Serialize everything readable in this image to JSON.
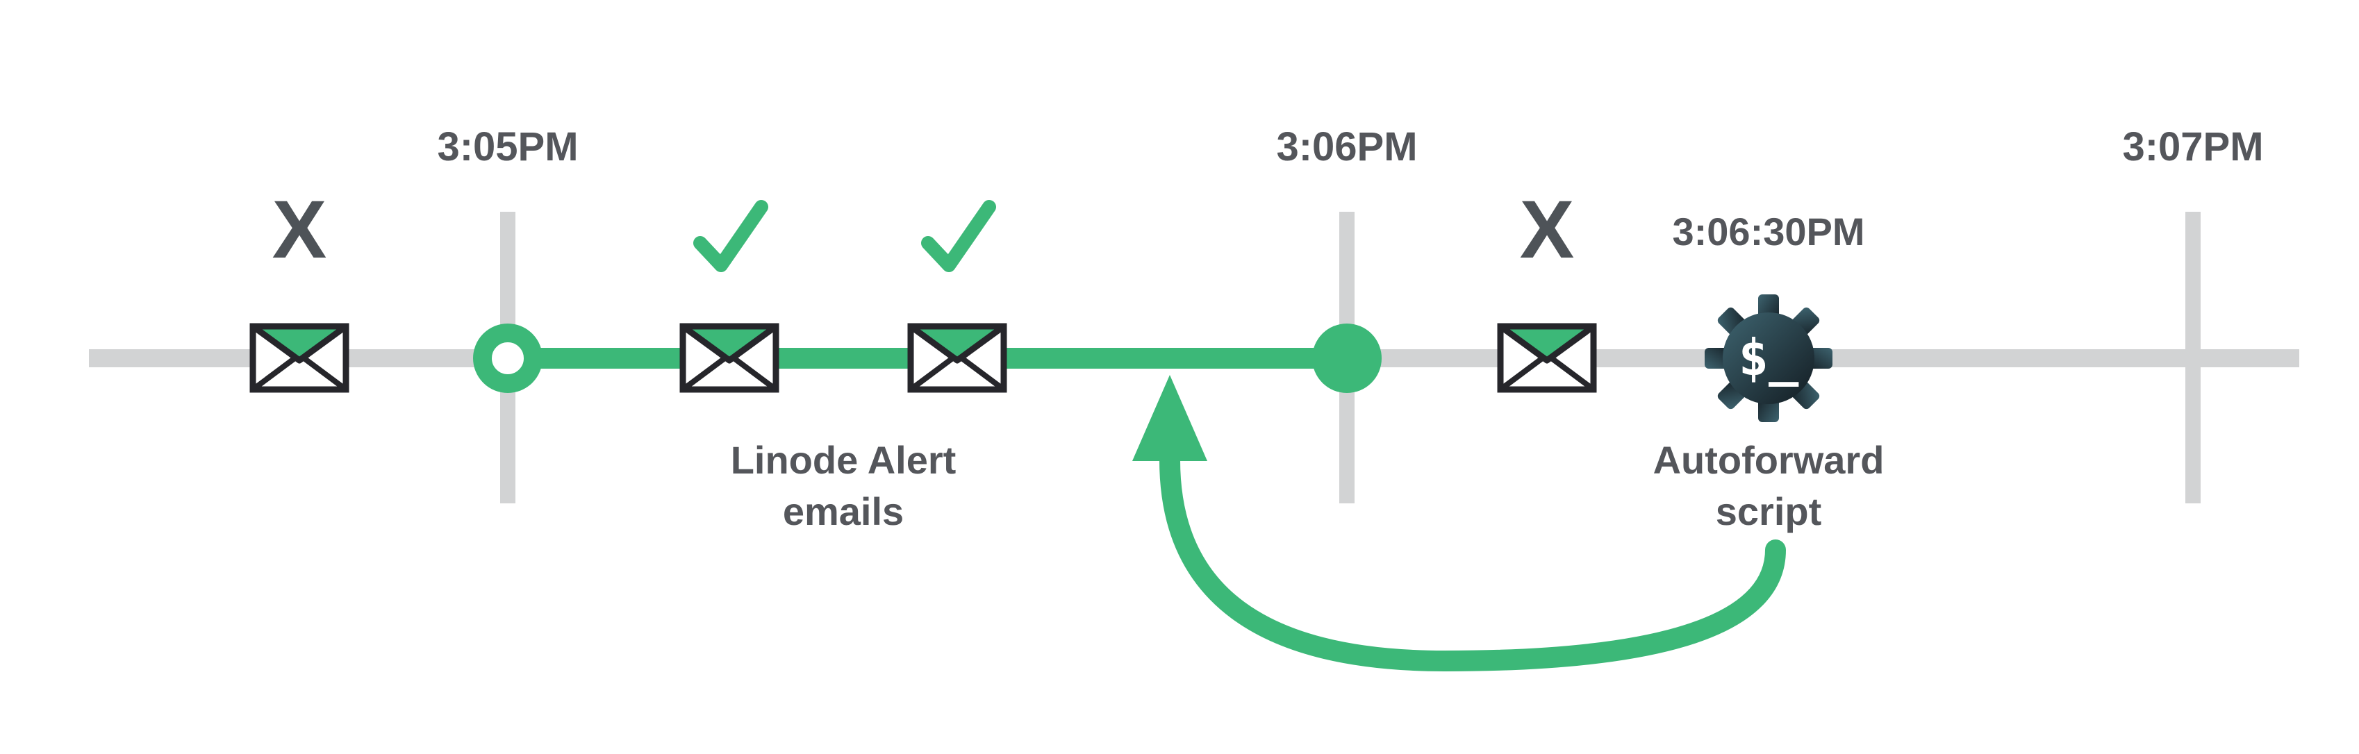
{
  "colors": {
    "green": "#3CB878",
    "track_gray": "#D2D3D4",
    "text_dark": "#54565B",
    "mark_dark": "#4E5358",
    "envelope_outline": "#26262B",
    "gear_gradient_light": "#3E6470",
    "gear_gradient_dark": "#131C22"
  },
  "ticks": [
    {
      "label": "3:05PM"
    },
    {
      "label": "3:06PM"
    },
    {
      "label": "3:07PM"
    }
  ],
  "marks": {
    "missed_before": "X",
    "missed_after": "X"
  },
  "emails_label": {
    "line1": "Linode Alert",
    "line2": "emails"
  },
  "script": {
    "time": "3:06:30PM",
    "label_line1": "Autoforward",
    "label_line2": "script",
    "prompt_glyph": "$_"
  },
  "icons": {
    "envelope": "envelope-icon",
    "check": "check-icon",
    "x_mark": "x-mark-icon",
    "gear_terminal": "gear-terminal-icon",
    "curved_arrow": "curved-arrow-icon",
    "start_circle": "window-start-circle",
    "end_dot": "window-end-dot"
  }
}
